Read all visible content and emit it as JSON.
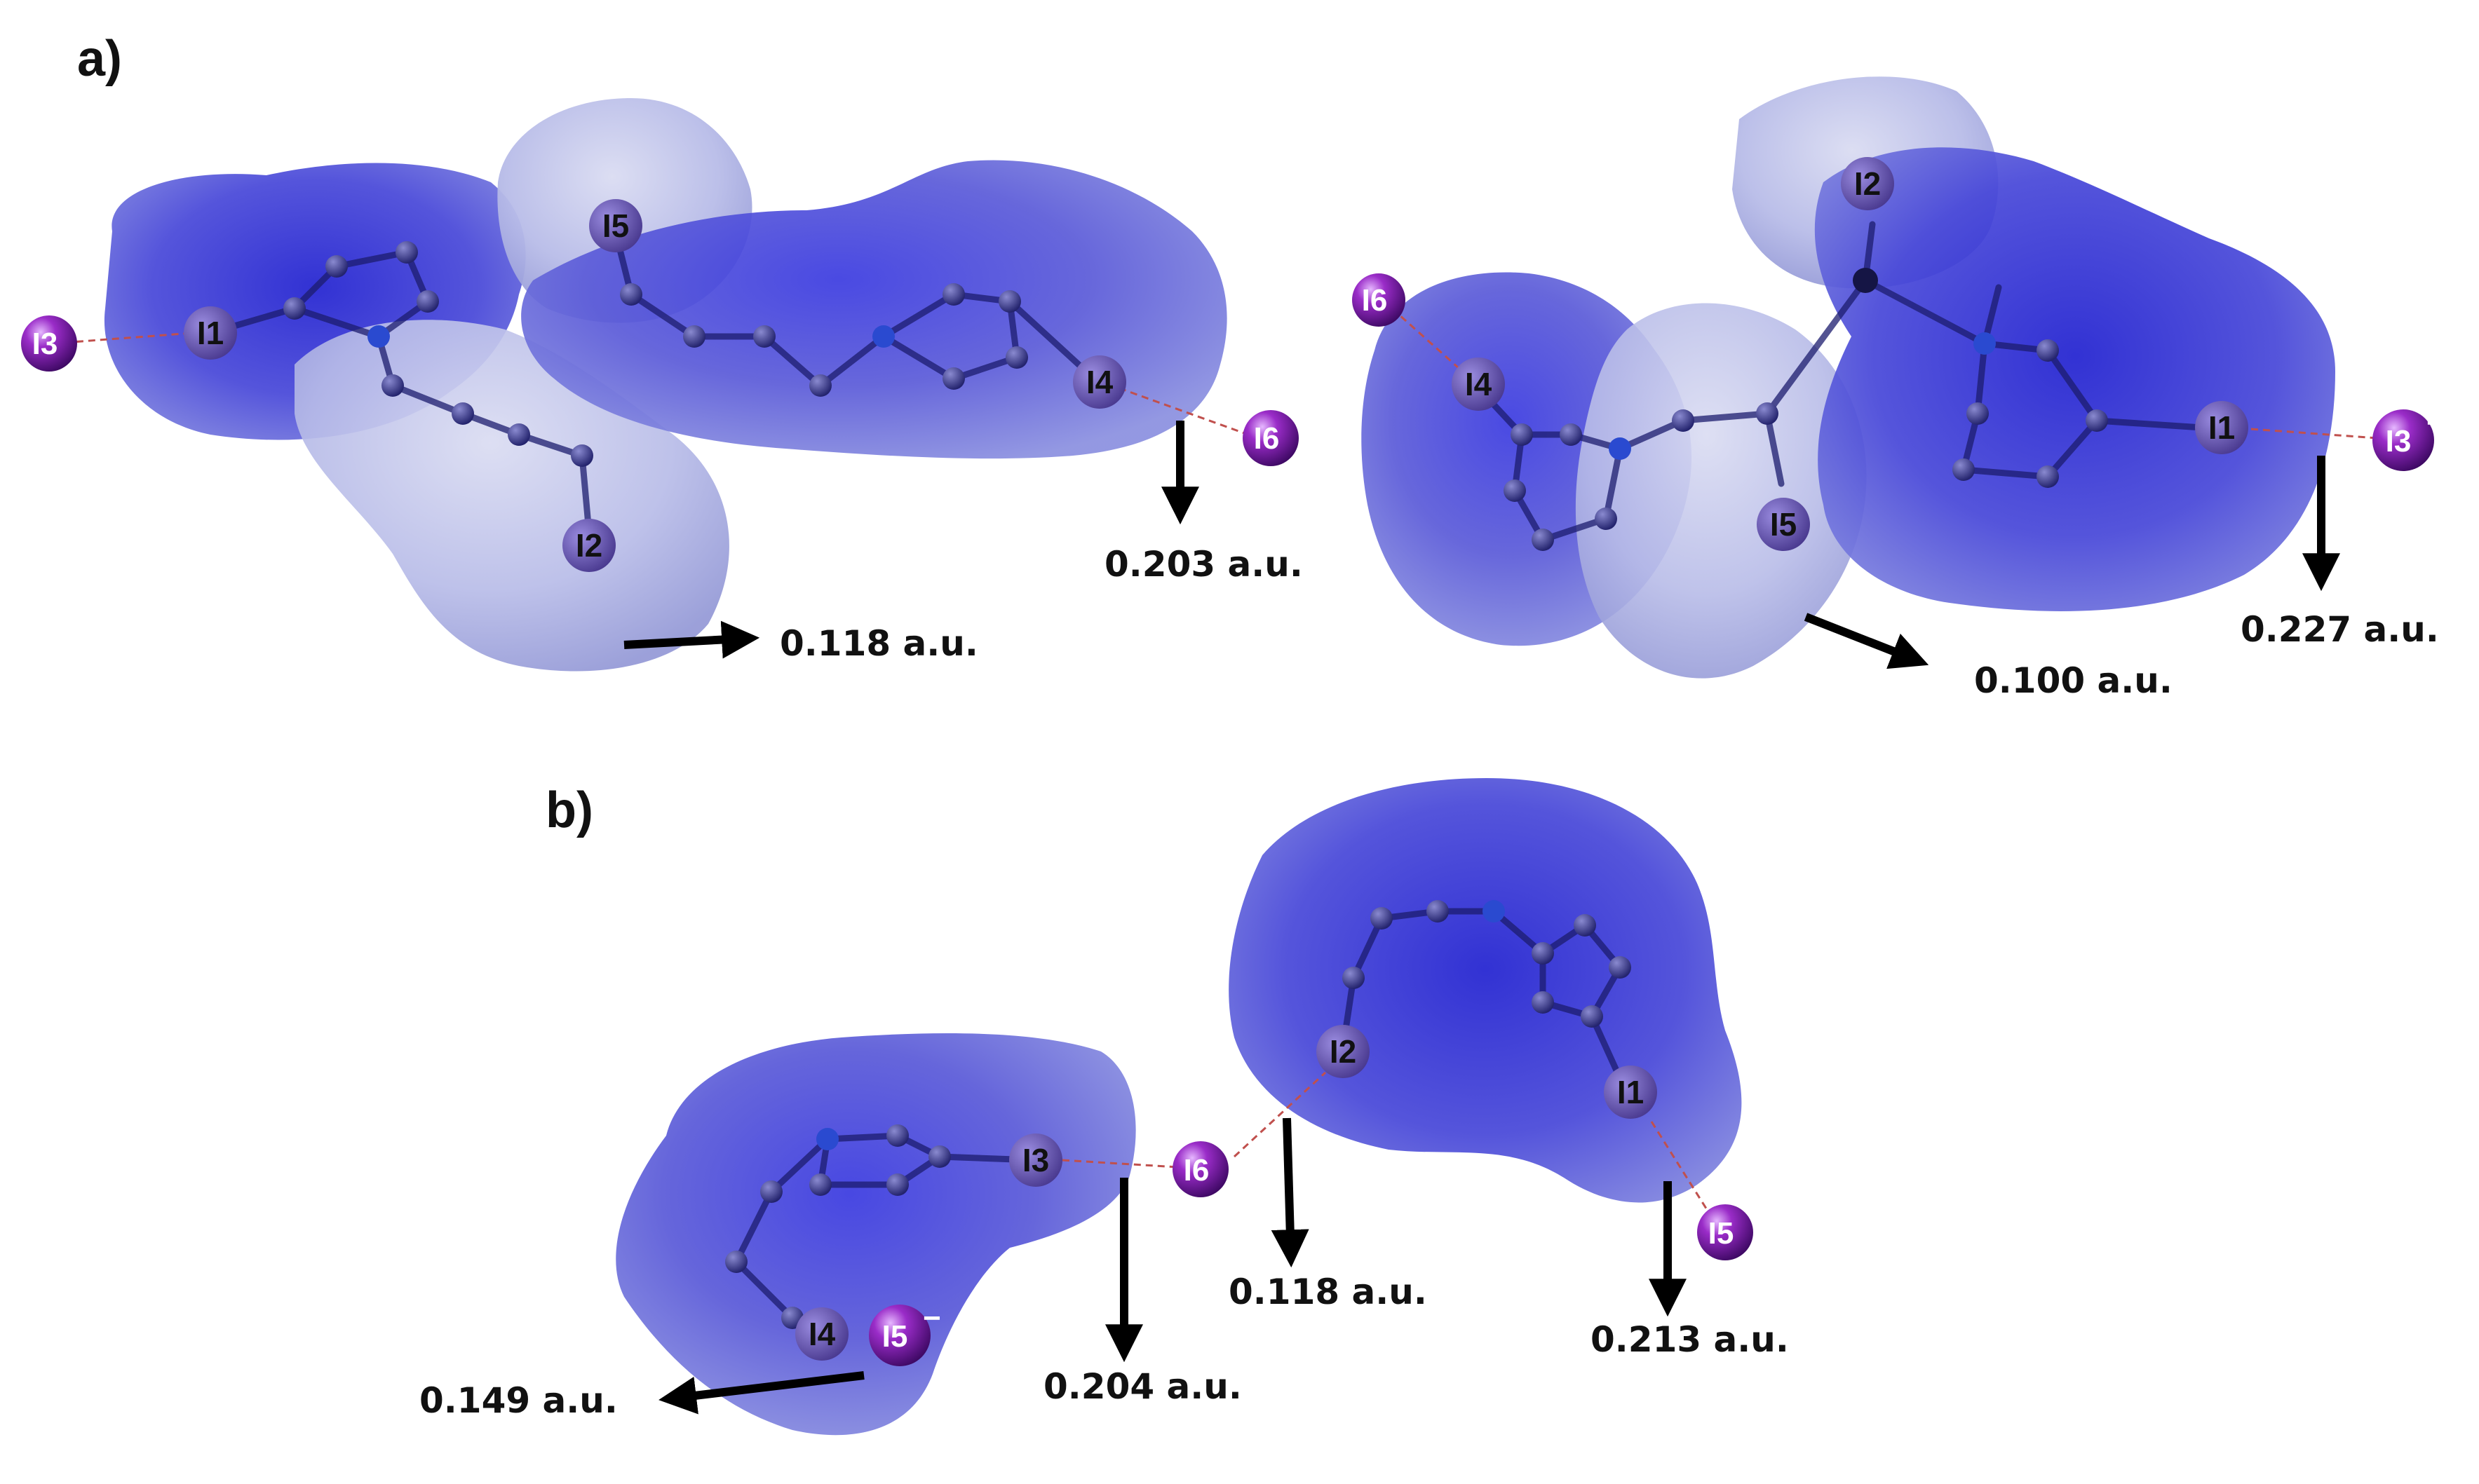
{
  "panel_a": {
    "label": "a)",
    "molecule_1": {
      "atoms": [
        "I1",
        "I2",
        "I4",
        "I5"
      ],
      "anions": [
        "I3",
        "I6"
      ],
      "anion_charge": "−",
      "values": [
        "0.203 a.u.",
        "0.118 a.u."
      ]
    },
    "molecule_2": {
      "atoms": [
        "I1",
        "I2",
        "I4",
        "I5"
      ],
      "anions": [
        "I3",
        "I6"
      ],
      "anion_charge": "−",
      "values": [
        "0.227 a.u.",
        "0.100 a.u."
      ]
    }
  },
  "panel_b": {
    "label": "b)",
    "molecule_1": {
      "atoms": [
        "I3",
        "I4"
      ],
      "anions": [
        "I5",
        "I6"
      ],
      "anion_charge": "−",
      "values": [
        "0.204 a.u.",
        "0.149 a.u."
      ]
    },
    "molecule_2": {
      "atoms": [
        "I1",
        "I2"
      ],
      "anions": [
        "I5"
      ],
      "anion_charge": "−",
      "values": [
        "0.118 a.u.",
        "0.213 a.u."
      ]
    }
  },
  "colors": {
    "surface_fill": "#5a5ae0",
    "surface_dark": "#2c2cc8",
    "surface_light": "#b4b8e8",
    "iodine_atom": "#6a5aa8",
    "iodide_anion": "#7a1fa2",
    "contact_line": "#c0504d",
    "arrow": "#000000"
  }
}
